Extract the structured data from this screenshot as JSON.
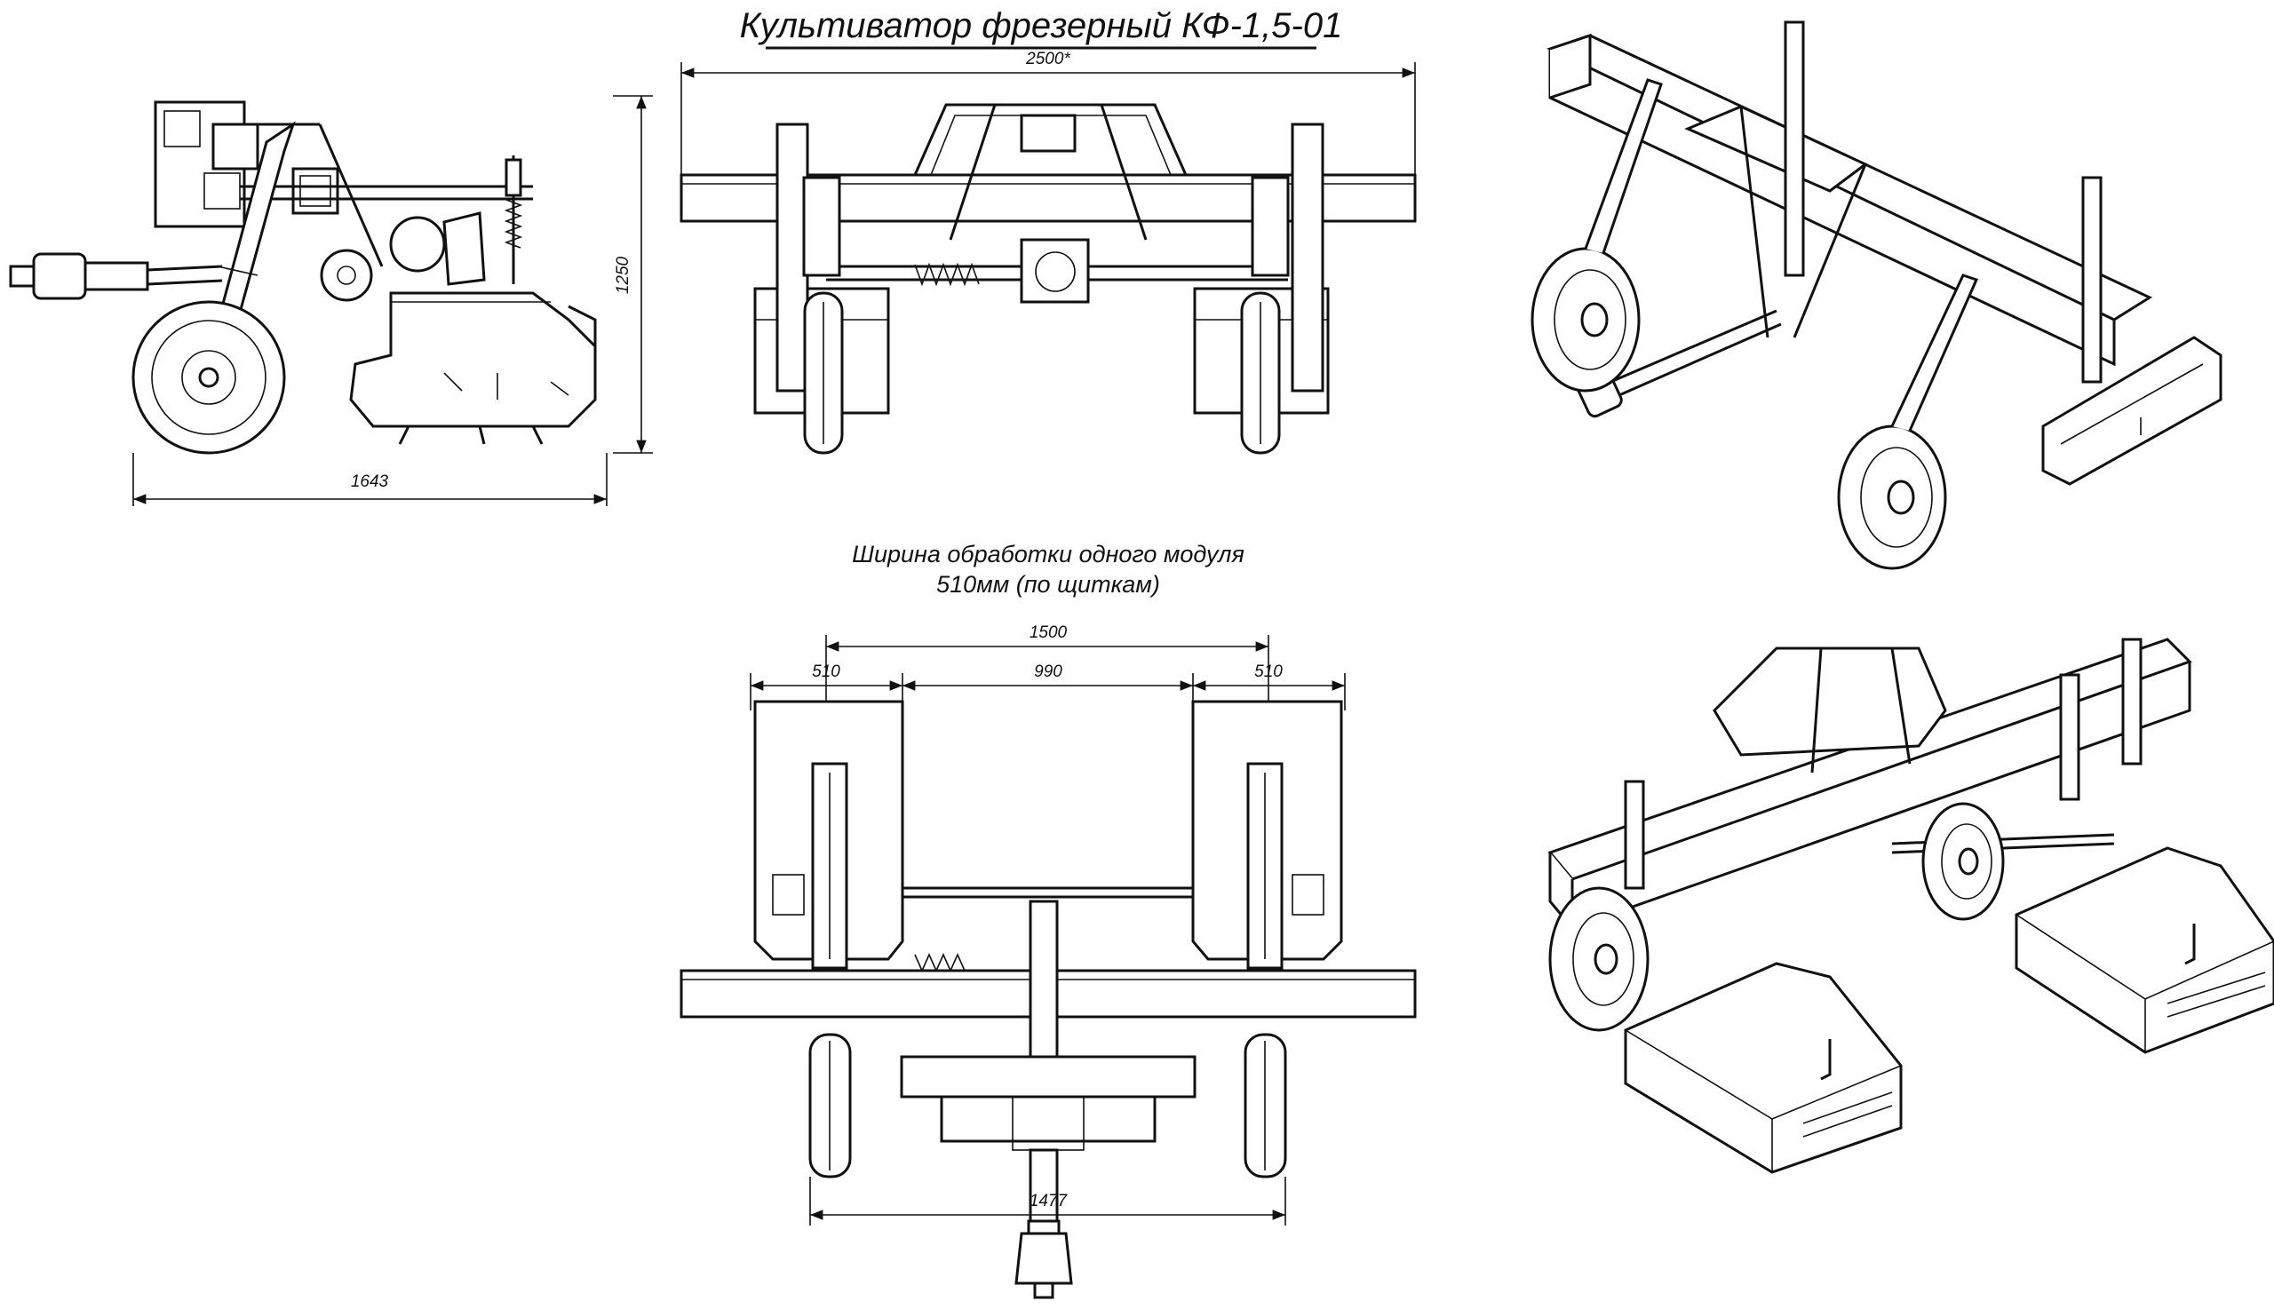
{
  "title": "Культиватор фрезерный КФ-1,5-01",
  "caption": {
    "line1": "Ширина обработки одного модуля",
    "line2": "510мм (по щиткам)"
  },
  "dimensions": {
    "side_length": "1643",
    "side_height": "1250",
    "front_width": "2500*",
    "plan_total": "1500",
    "plan_left": "510",
    "plan_middle": "990",
    "plan_right": "510",
    "plan_track": "1477"
  }
}
